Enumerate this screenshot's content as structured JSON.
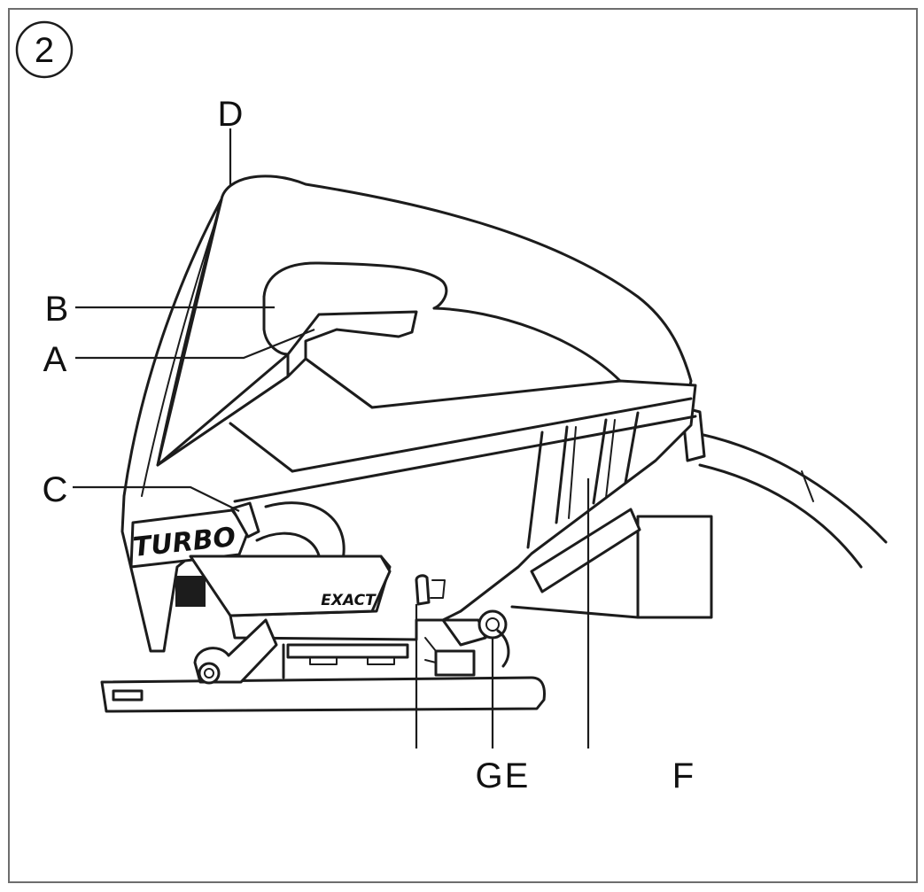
{
  "figure": {
    "number": "2",
    "labels": {
      "A": "A",
      "B": "B",
      "C": "C",
      "D": "D",
      "G": "G",
      "E": "E",
      "F": "F"
    },
    "brand_marks": {
      "turbo": "TURBO",
      "exact": "EXACT"
    }
  }
}
